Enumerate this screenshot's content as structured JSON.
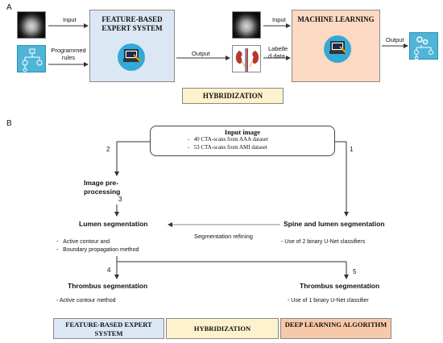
{
  "panel_a": {
    "letter": "A",
    "input_label": "Input",
    "programmed_rules_label": "Programmed rules",
    "expert_system_title": "FEATURE-BASED EXPERT SYSTEM",
    "output_label": "Output",
    "ml_input_label": "Input",
    "labelled_data_label": "Labelle d data",
    "ml_title": "MACHINE LEARNING",
    "ml_output_label": "Output",
    "hybridization": "HYBRIDIZATION",
    "icons": [
      "ct-scan-icon",
      "flowchart-icon",
      "laptop-icon",
      "kidney-icon",
      "gears-icon"
    ]
  },
  "panel_b": {
    "letter": "B",
    "input_title": "Input image",
    "input_lines": [
      "40 CTA-scans from AAA dataset",
      "53 CTA-scans from AMI dataset"
    ],
    "path_2": "2",
    "path_1": "1",
    "preprocessing": "Image pre-processing",
    "step_3": "3",
    "lumen_seg": "Lumen segmentation",
    "spine_lumen_seg": "Spine and lumen segmentation",
    "refining": "Segmentation refining",
    "lumen_methods": [
      "Active contour and",
      "Boundary propagation method"
    ],
    "unet_two": "- Use of 2 binary U-Net classifiers",
    "step_4": "4",
    "step_5": "5",
    "thrombus_left": "Thrombus segmentation",
    "thrombus_right": "Thrombus segmentation",
    "active_contour": "- Active contour method",
    "unet_one": "- Use of 1 binary U-Net classifier",
    "legend": [
      "FEATURE-BASED EXPERT SYSTEM",
      "HYBRIDIZATION",
      "DEEP LEARNING ALGORITHM"
    ]
  },
  "colors": {
    "expert_fill": "#dce7f4",
    "ml_fill": "#fbd9c2",
    "hybrid_fill": "#fdf2cc",
    "dl_fill": "#f8c9a9",
    "icon_blue": "#4fb5d8"
  }
}
